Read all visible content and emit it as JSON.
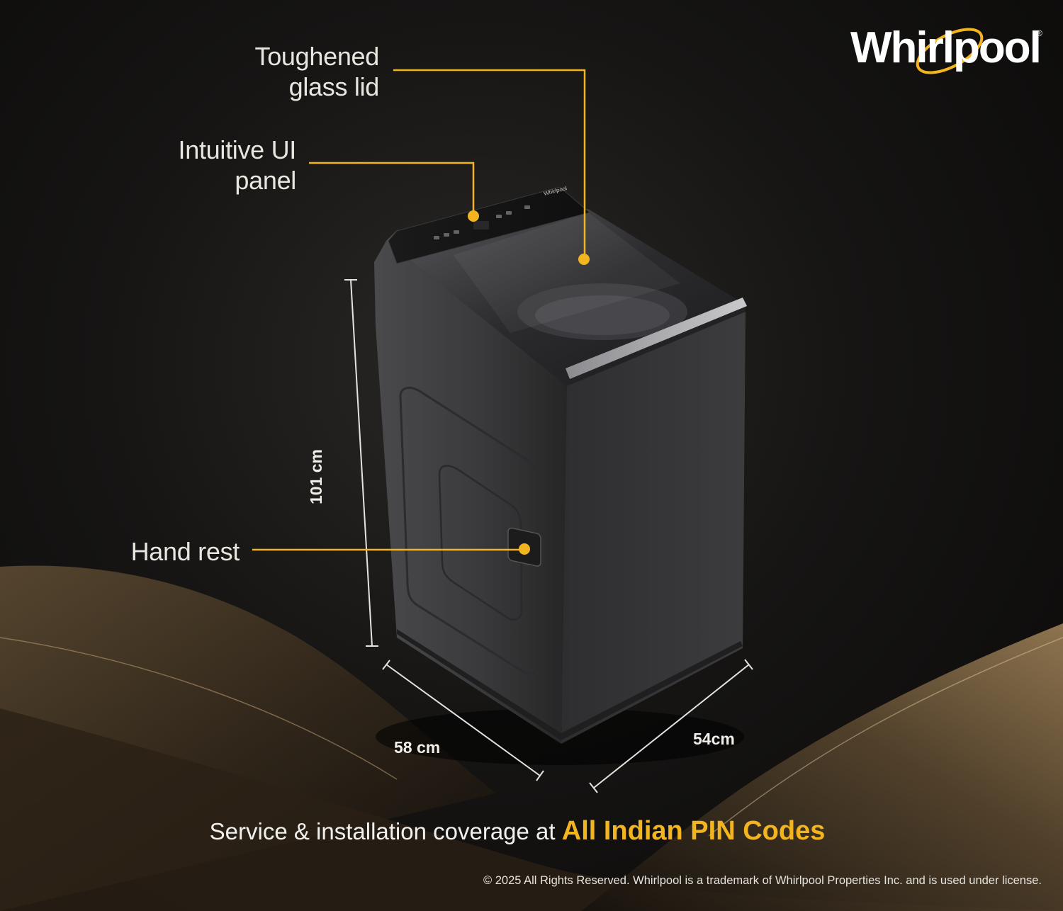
{
  "brand": {
    "name": "Whirlpool",
    "reg": "®",
    "accent": "#f3b51f"
  },
  "callouts": {
    "lid": {
      "line1": "Toughened",
      "line2": "glass lid"
    },
    "panel": {
      "line1": "Intuitive UI",
      "line2": "panel"
    },
    "handrest": {
      "label": "Hand rest"
    }
  },
  "dimensions": {
    "height": "101 cm",
    "width": "58 cm",
    "depth": "54cm"
  },
  "coverage": {
    "prefix": "Service & installation coverage at",
    "highlight": "All Indian PIN Codes"
  },
  "copyright": "© 2025 All Rights Reserved. Whirlpool is a trademark of Whirlpool Properties Inc. and is used under license.",
  "colors": {
    "background": "#0b0a09",
    "accent": "#f3b51f",
    "text": "#e9e6df"
  }
}
